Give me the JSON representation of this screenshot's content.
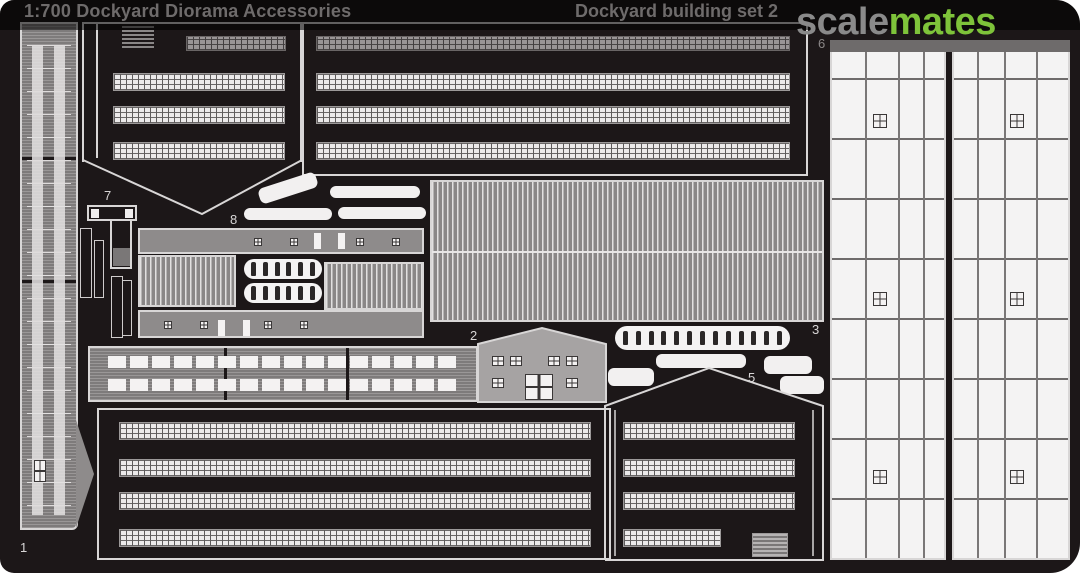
{
  "header": {
    "title_left": "1:700 Dockyard Diorama Accessories",
    "title_right": "Dockyard building set 2"
  },
  "watermark": {
    "brand_part1": "scale",
    "brand_part2": "mates",
    "colors": {
      "part1": "#8a8a8a",
      "part2": "#7ec33a"
    }
  },
  "part_numbers": {
    "p1": "1",
    "p2": "2",
    "p3": "3",
    "p5": "5",
    "p6": "6",
    "p7": "7",
    "p8": "8"
  },
  "colors": {
    "fret_background": "#1c1718",
    "etch_metal": "#d8d6d6",
    "relief_gray": "#8e8b8b"
  }
}
